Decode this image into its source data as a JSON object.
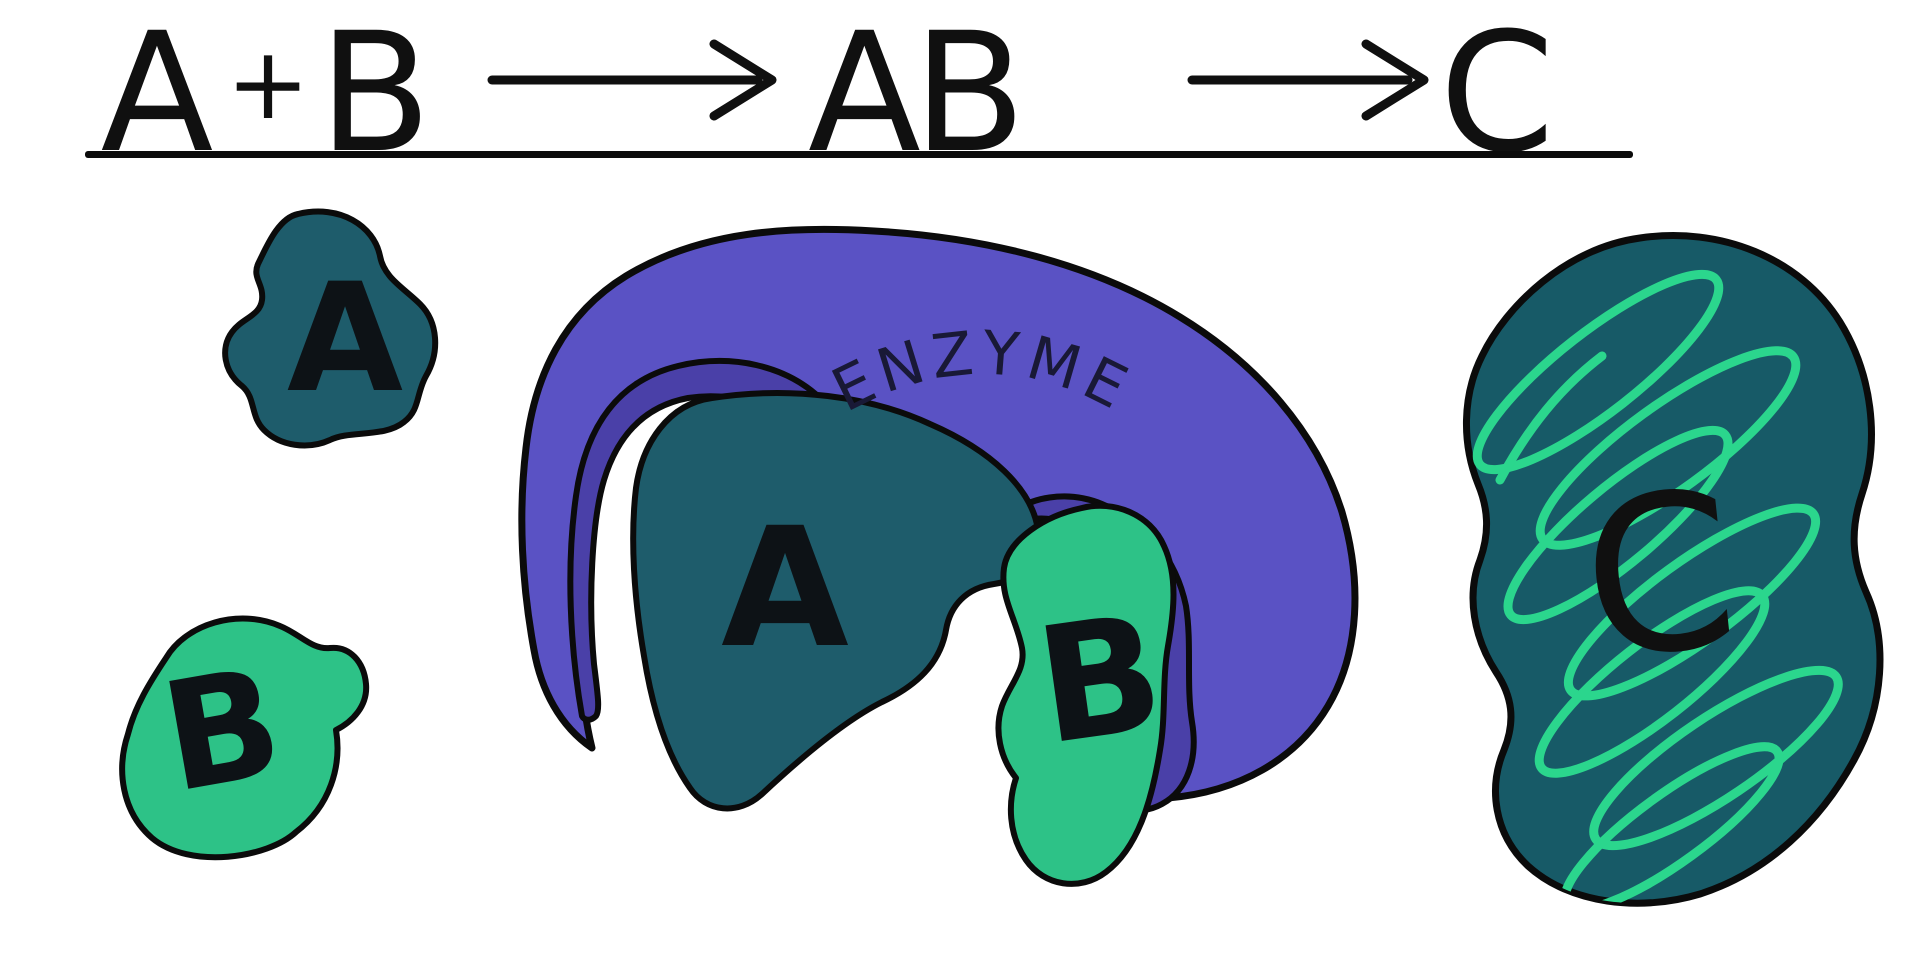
{
  "equation": {
    "reactant_a": "A",
    "operator_plus": "+",
    "reactant_b": "B",
    "arrow_1": "⟶",
    "complex_ab": "AB",
    "arrow_2": "⟶",
    "product_c": "C"
  },
  "free_substrate_a": {
    "label": "A",
    "fill": "#1e5c6b"
  },
  "free_substrate_b": {
    "label": "B",
    "fill": "#2dc287"
  },
  "enzyme_complex": {
    "enzyme_label": "ENZYME",
    "enzyme_fill": "#5a52c4",
    "active_site_fill": "#4a40a8",
    "substrate_a_label": "A",
    "substrate_a_fill": "#1e5c6b",
    "substrate_b_label": "B",
    "substrate_b_fill": "#2dc287"
  },
  "product": {
    "label": "C",
    "fill": "#175a67",
    "coil_color": "#2bd68d"
  },
  "canvas": {
    "background": "#ffffff",
    "outline": "#0b0b0b",
    "ink": "#101010"
  }
}
